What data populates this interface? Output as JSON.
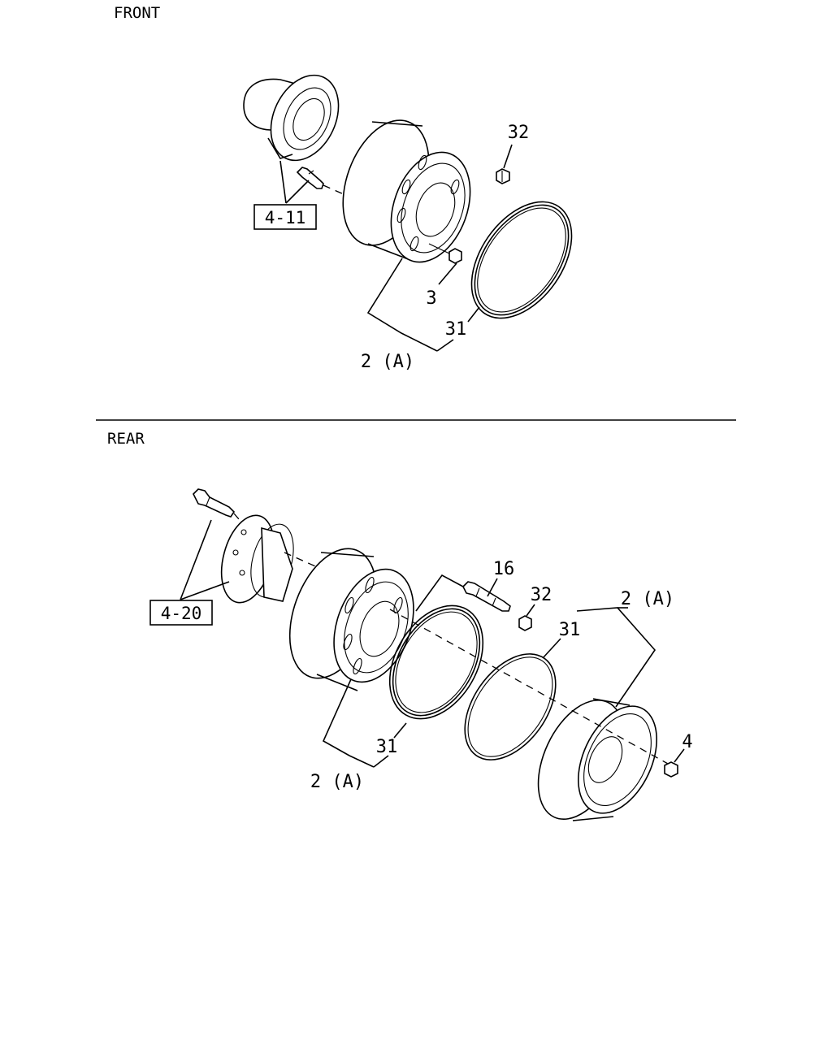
{
  "sections": {
    "front_title": "FRONT",
    "rear_title": "REAR"
  },
  "front": {
    "ref_box": "4-11",
    "callout_32": "32",
    "callout_3": "3",
    "callout_31": "31",
    "callout_2a": "2 (A)"
  },
  "rear": {
    "ref_box": "4-20",
    "callout_16": "16",
    "callout_32": "32",
    "callout_31_top": "31",
    "callout_2a_top": "2 (A)",
    "callout_4": "4",
    "callout_31_bottom": "31",
    "callout_2a_bottom": "2 (A)"
  }
}
